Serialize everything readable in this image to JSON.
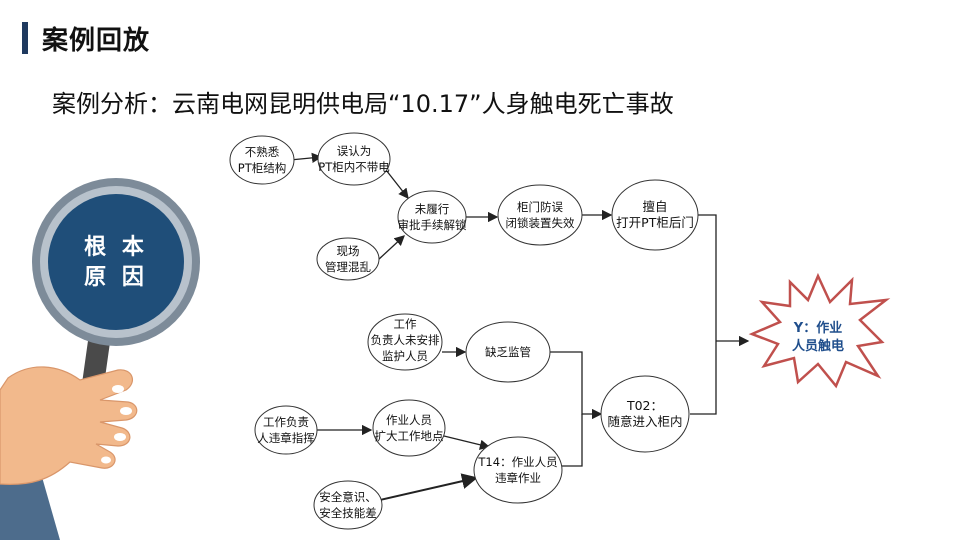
{
  "header": {
    "title": "案例回放",
    "subtitle": "案例分析：云南电网昆明供电局“10.17”人身触电死亡事故"
  },
  "magnifier": {
    "line1": "根 本",
    "line2": "原 因"
  },
  "nodes": {
    "unfamiliar": [
      "不熟悉",
      "PT柜结构"
    ],
    "mistaken": [
      "误认为",
      "PT柜内不带电"
    ],
    "no_approval": [
      "未履行",
      "审批手续解锁"
    ],
    "site_chaos": [
      "现场",
      "管理混乱"
    ],
    "interlock_fail": [
      "柜门防误",
      "闭锁装置失效"
    ],
    "open_door": [
      "擅自",
      "打开PT柜后门"
    ],
    "no_supervisor": [
      "工作",
      "负责人未安排",
      "监护人员"
    ],
    "lack_supervision": [
      "缺乏监管"
    ],
    "leader_violation": [
      "工作负责",
      "人违章指挥"
    ],
    "expand_area": [
      "作业人员",
      "扩大工作地点"
    ],
    "safety_awareness": [
      "安全意识、",
      "安全技能差"
    ],
    "t14": [
      "T14：作业人员",
      "违章作业"
    ],
    "t02": [
      "T02：",
      "随意进入柜内"
    ],
    "result": [
      "Y：作业",
      "人员触电"
    ]
  },
  "colors": {
    "title_bar": "#1f3a5f",
    "magnifier_lens": "#1f4e79",
    "magnifier_rim": "#6f7f8f",
    "burst_outline": "#c0504d",
    "burst_text": "#1f4e8c",
    "hand": "#f2b98c"
  }
}
